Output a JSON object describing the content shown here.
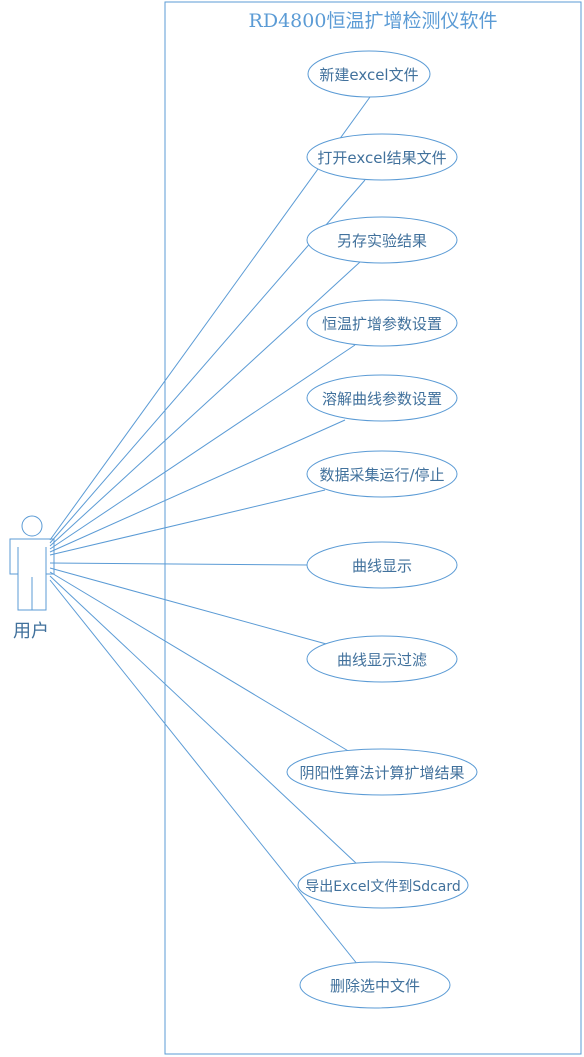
{
  "diagram": {
    "title": "RD4800恒温扩增检测仪软件",
    "actor": {
      "label": "用户"
    },
    "use_cases": [
      {
        "label": "新建excel文件"
      },
      {
        "label": "打开excel结果文件"
      },
      {
        "label": "另存实验结果"
      },
      {
        "label": "恒温扩增参数设置"
      },
      {
        "label": "溶解曲线参数设置"
      },
      {
        "label": "数据采集运行/停止"
      },
      {
        "label": "曲线显示"
      },
      {
        "label": "曲线显示过滤"
      },
      {
        "label": "阴阳性算法计算扩增结果"
      },
      {
        "label": "导出Excel文件到Sdcard"
      },
      {
        "label": "删除选中文件"
      }
    ],
    "colors": {
      "line": "#5b9bd5",
      "text": "#41719c",
      "background": "#ffffff"
    }
  }
}
